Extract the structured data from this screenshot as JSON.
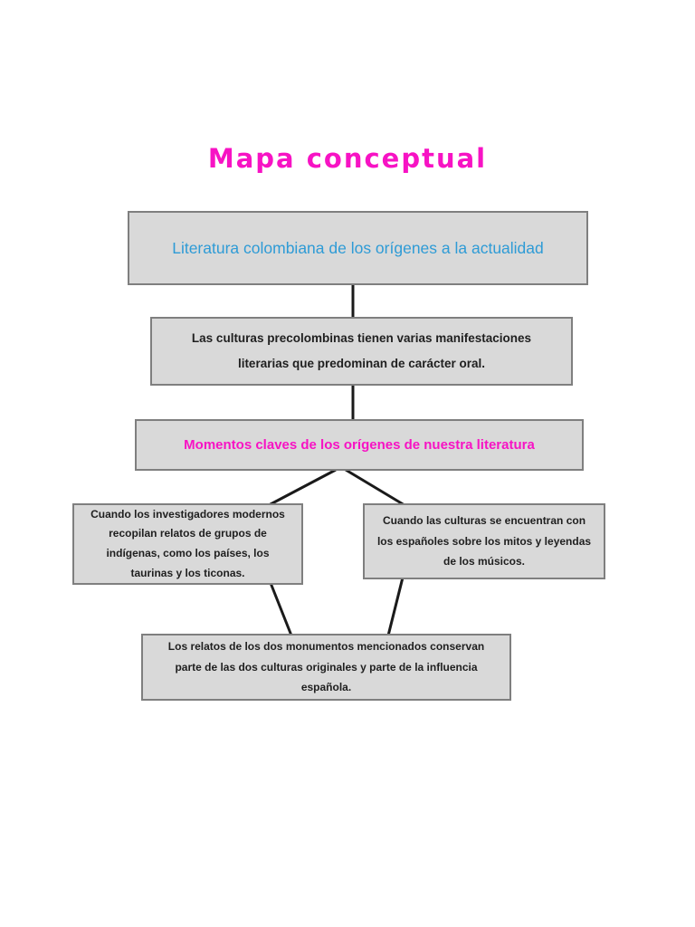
{
  "title": "Mapa conceptual",
  "colors": {
    "title": "#f713c4",
    "root_text": "#2e9bd6",
    "momentos_text": "#f713c4",
    "body_text": "#1f1f1f",
    "box_bg": "#d9d9d9",
    "box_border": "#7f7f7f",
    "line": "#1a1a1a"
  },
  "nodes": {
    "root": {
      "text": "Literatura colombiana de los orígenes a la actualidad"
    },
    "precolombinas": {
      "text": "Las culturas precolombinas tienen varias manifestaciones literarias que predominan de carácter oral."
    },
    "momentos": {
      "text": "Momentos claves de los orígenes de nuestra literatura"
    },
    "investigadores": {
      "text": "Cuando los investigadores modernos recopilan relatos de grupos de indígenas, como los países, los taurinas y los ticonas."
    },
    "encuentro": {
      "text": "Cuando las culturas se encuentran con los españoles sobre los mitos y leyendas de los músicos."
    },
    "relatos": {
      "text": "Los relatos de los dos monumentos mencionados conservan parte de las dos culturas originales y parte de la influencia española."
    }
  }
}
